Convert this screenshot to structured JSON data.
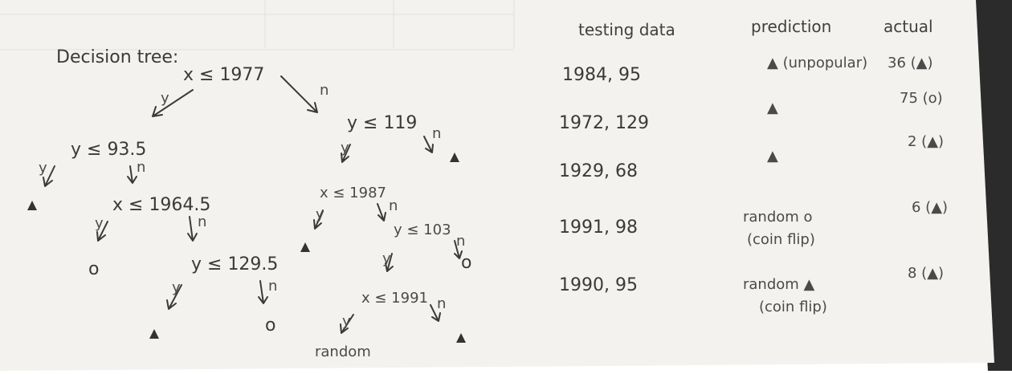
{
  "tree": {
    "title": "Decision tree:",
    "yes_label": "y",
    "no_label": "n",
    "nodes": {
      "root": "x ≤ 1977",
      "left": "y ≤ 93.5",
      "right": "y ≤ 119",
      "left_right": "x ≤ 1964.5",
      "right_left": "x ≤ 1987",
      "left_right_right": "y ≤ 129.5",
      "right_left_right": "y ≤ 103",
      "right_left_right_left": "x ≤ 1991"
    },
    "leaves": {
      "circle": "o",
      "random": "random"
    }
  },
  "table": {
    "headers": {
      "testing": "testing data",
      "prediction": "prediction",
      "actual": "actual"
    },
    "rows": [
      {
        "testing": "1984, 95",
        "prediction": "▲ (unpopular)",
        "actual": "36 (▲)"
      },
      {
        "testing": "1972, 129",
        "prediction": "▲",
        "actual": "75 (o)"
      },
      {
        "testing": "1929, 68",
        "prediction": "▲",
        "actual": "2 (▲)"
      },
      {
        "testing": "1991, 98",
        "prediction": "random  o",
        "prediction_note": "(coin flip)",
        "actual": "6 (▲)"
      },
      {
        "testing": "1990, 95",
        "prediction": "random  ▲",
        "prediction_note": "(coin flip)",
        "actual": "8 (▲)"
      }
    ]
  },
  "colors": {
    "paper": "#f4f2ee",
    "grid": "#dcdcdc",
    "ink": "#3a3a3a",
    "background": "#ffffff",
    "dark_edge": "#2b2b2b"
  }
}
